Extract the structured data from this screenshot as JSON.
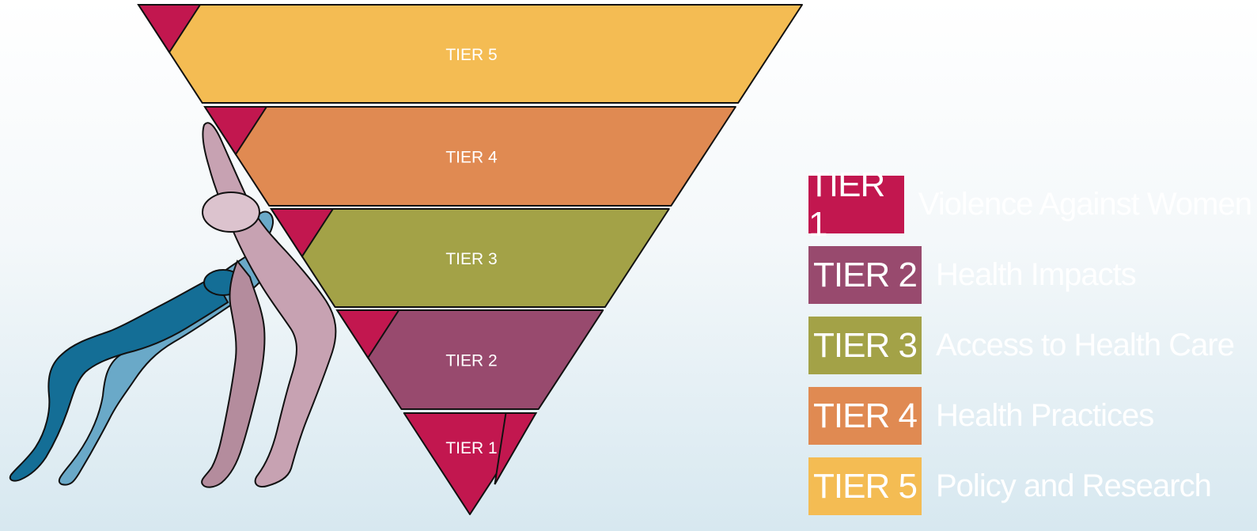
{
  "pyramid": {
    "tiers": [
      {
        "label": "TIER 5",
        "color": "#F4BC53"
      },
      {
        "label": "TIER 4",
        "color": "#E08A52"
      },
      {
        "label": "TIER 3",
        "color": "#A3A247"
      },
      {
        "label": "TIER 2",
        "color": "#984A6E"
      },
      {
        "label": "TIER 1",
        "color": "#C2174F"
      }
    ],
    "corner_color": "#C2174F"
  },
  "legend": {
    "items": [
      {
        "tier": "TIER 1",
        "text": "Violence Against Women",
        "color": "#C2174F"
      },
      {
        "tier": "TIER 2",
        "text": "Health Impacts",
        "color": "#984A6E"
      },
      {
        "tier": "TIER 3",
        "text": "Access to Health Care",
        "color": "#A3A247"
      },
      {
        "tier": "TIER 4",
        "text": "Health Practices",
        "color": "#E08A52"
      },
      {
        "tier": "TIER 5",
        "text": "Policy and Research",
        "color": "#F4BC53"
      }
    ]
  },
  "figures": {
    "blue_color": "#6AA9C8",
    "blue_dark": "#146E96",
    "pink_color": "#C7A2B2",
    "pink_dark": "#B48C9D"
  }
}
